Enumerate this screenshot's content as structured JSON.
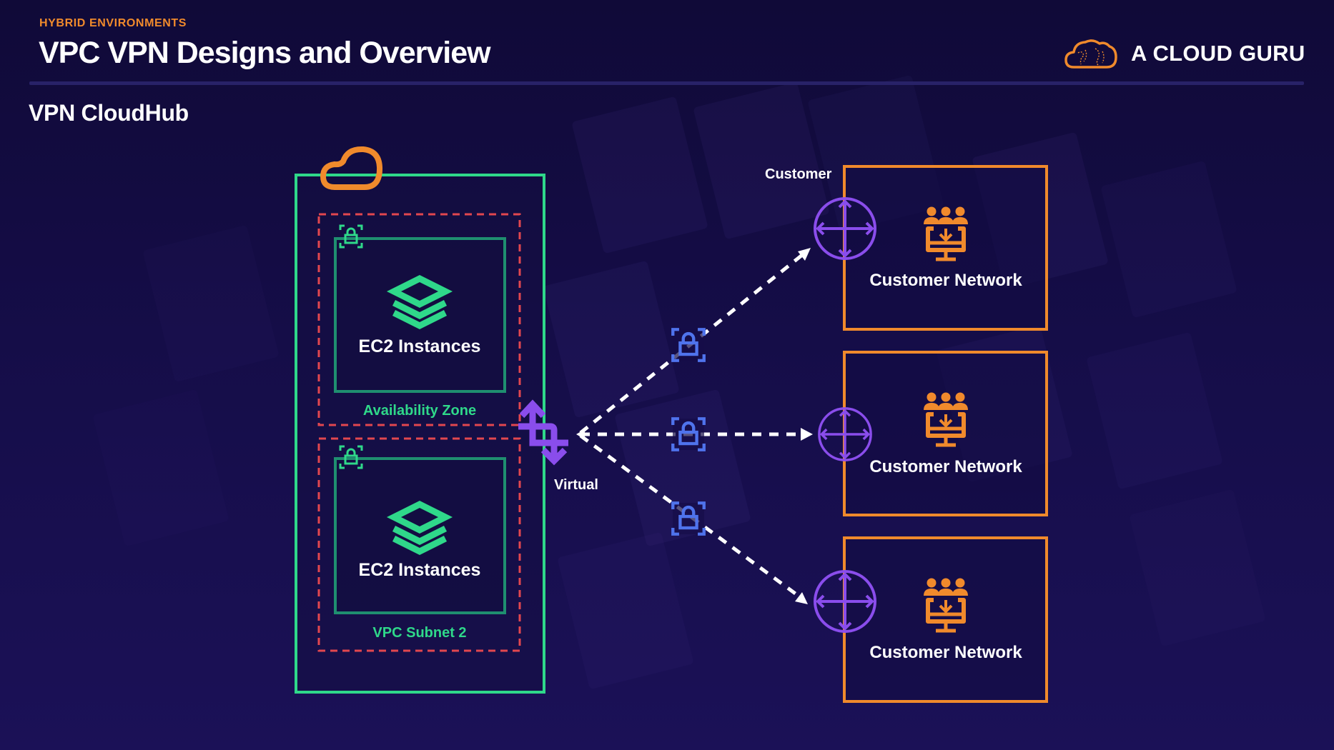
{
  "header": {
    "eyebrow": "HYBRID ENVIRONMENTS",
    "title": "VPC VPN Designs and Overview",
    "brand": "A CLOUD GURU"
  },
  "slide": {
    "subtitle": "VPN CloudHub"
  },
  "vpc": {
    "icon": "cloud-icon",
    "subnets": [
      {
        "name": "Availability Zone",
        "resource_label": "EC2 Instances",
        "icon": "ec2-stack-icon",
        "badge_icon": "lock-icon"
      },
      {
        "name": "VPC Subnet 2",
        "resource_label": "EC2 Instances",
        "icon": "ec2-stack-icon",
        "badge_icon": "lock-icon"
      }
    ]
  },
  "virtual_gateway": {
    "label": "Virtual",
    "icon": "virtual-private-gateway-icon"
  },
  "connections": [
    {
      "icon": "vpn-lock-icon",
      "style": "dashed",
      "target": 0
    },
    {
      "icon": "vpn-lock-icon",
      "style": "dashed",
      "target": 1
    },
    {
      "icon": "vpn-lock-icon",
      "style": "dashed",
      "target": 2
    }
  ],
  "customer_gateway_label": "Customer",
  "customer_networks": [
    {
      "label": "Customer Network",
      "icon": "users-monitor-icon",
      "gateway_icon": "router-icon"
    },
    {
      "label": "Customer Network",
      "icon": "users-monitor-icon",
      "gateway_icon": "router-icon"
    },
    {
      "label": "Customer Network",
      "icon": "users-monitor-icon",
      "gateway_icon": "router-icon"
    }
  ],
  "colors": {
    "background": "#150d48",
    "accent_orange": "#f08a2c",
    "vpc_green": "#2fd88a",
    "subnet_dashed_red": "#e2474f",
    "gateway_purple": "#8a4dec",
    "lock_blue": "#4f73ec",
    "connector_white": "#ffffff"
  }
}
